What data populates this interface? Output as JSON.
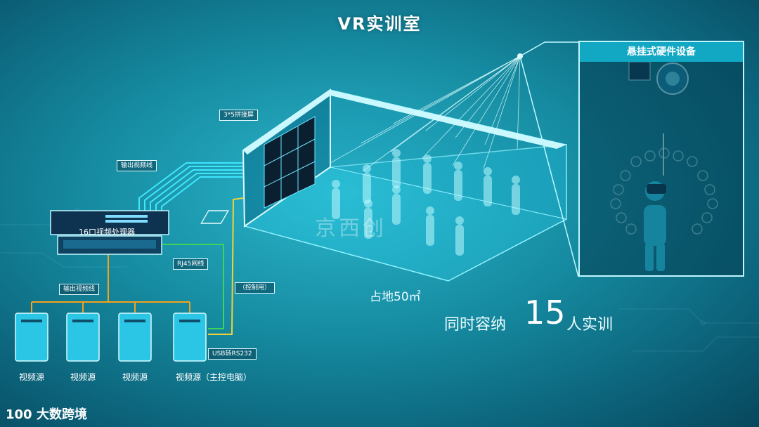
{
  "title": "VR实训室",
  "labels": {
    "splice_screen": "3*5拼接屏",
    "output_video_line_top": "输出视频线",
    "processor": "16口视频处理器",
    "rj45": "RJ45网线",
    "output_video_line_bottom": "输出视频线",
    "control": "（控制用）",
    "usb": "USB转RS232"
  },
  "sources": [
    "视频源",
    "视频源",
    "视频源",
    "视频源（主控电脑）"
  ],
  "area": "占地50㎡",
  "capacity": {
    "prefix": "同时容纳",
    "number": "15",
    "suffix": "人实训"
  },
  "panel": {
    "title": "悬挂式硬件设备"
  },
  "watermark": "京西创",
  "brand": {
    "logo": "100",
    "name": "大数跨境"
  },
  "colors": {
    "cable_cyan": "#3fe6ff",
    "cable_orange": "#f4a21c",
    "cable_green": "#3fd35a",
    "cable_yellow": "#f2d23a"
  }
}
